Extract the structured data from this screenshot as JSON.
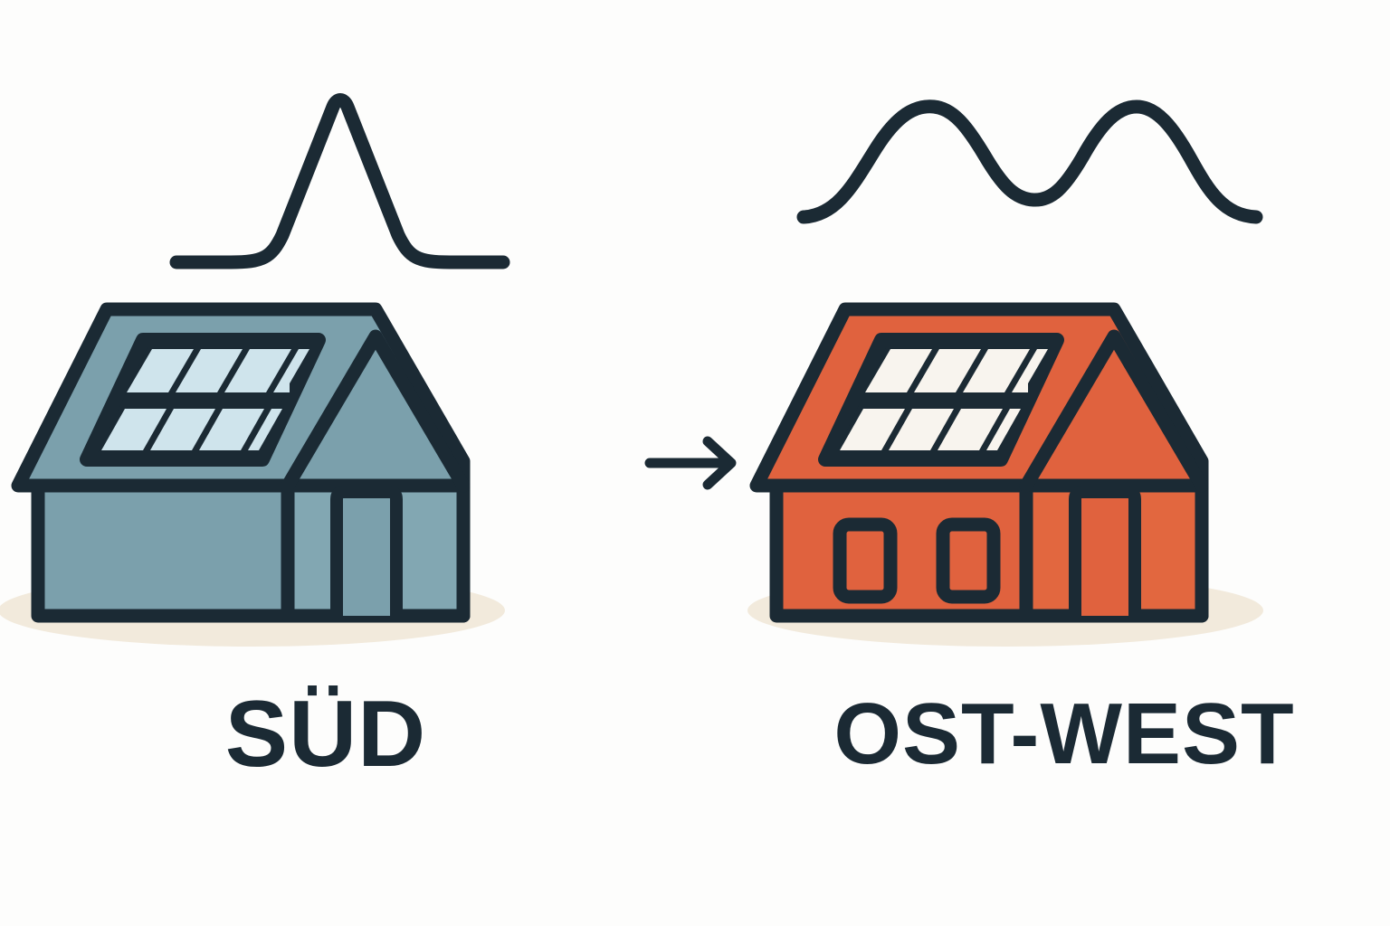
{
  "background_color": "#fdfdfc",
  "ink_color": "#1b2a34",
  "ground_shadow_color": "#f2eadc",
  "panels": [
    {
      "id": "sued",
      "caption": "SÜD",
      "house": {
        "body_color": "#7ba0ac",
        "roof_color": "#7ba0ac",
        "gable_color": "#82a7b2",
        "panel_color": "#cfe4ec",
        "outline_color": "#1b2a34",
        "solar_panel_columns": 4,
        "solar_panel_rows": 2,
        "solar_panel_count": 8,
        "has_door": true,
        "window_count": 0
      },
      "curve": {
        "name": "single-peak-curve",
        "description": "Single narrow midday peak with flat baselines",
        "peak_count": 1
      }
    },
    {
      "id": "ost-west",
      "caption": "OST-WEST",
      "house": {
        "body_color": "#e0623e",
        "roof_color": "#e0623e",
        "gable_color": "#e2673f",
        "panel_color": "#f8f4ee",
        "outline_color": "#1b2a34",
        "solar_panel_columns": 4,
        "solar_panel_rows": 2,
        "solar_panel_count": 8,
        "has_door": true,
        "window_count": 2
      },
      "curve": {
        "name": "double-hump-curve",
        "description": "Broad twin morning and afternoon humps",
        "peak_count": 2
      }
    }
  ],
  "arrow": {
    "name": "right-arrow",
    "direction": "right",
    "color": "#1b2a34"
  },
  "chart_data": {
    "type": "line",
    "title": "",
    "xlabel": "",
    "ylabel": "",
    "x": [
      0,
      5,
      10,
      15,
      20,
      25,
      30,
      35,
      40,
      45,
      50,
      55,
      60,
      65,
      70,
      75,
      80,
      85,
      90,
      95,
      100
    ],
    "series": [
      {
        "name": "SÜD",
        "values": [
          0,
          0,
          0,
          0,
          0,
          0,
          2,
          10,
          35,
          75,
          100,
          75,
          35,
          10,
          2,
          0,
          0,
          0,
          0,
          0,
          0
        ]
      },
      {
        "name": "OST-WEST",
        "values": [
          6,
          14,
          30,
          52,
          72,
          84,
          86,
          78,
          62,
          48,
          42,
          48,
          62,
          78,
          86,
          84,
          72,
          52,
          30,
          14,
          6
        ]
      }
    ],
    "xlim": [
      0,
      100
    ],
    "ylim": [
      0,
      100
    ],
    "grid": false,
    "legend": "none"
  }
}
